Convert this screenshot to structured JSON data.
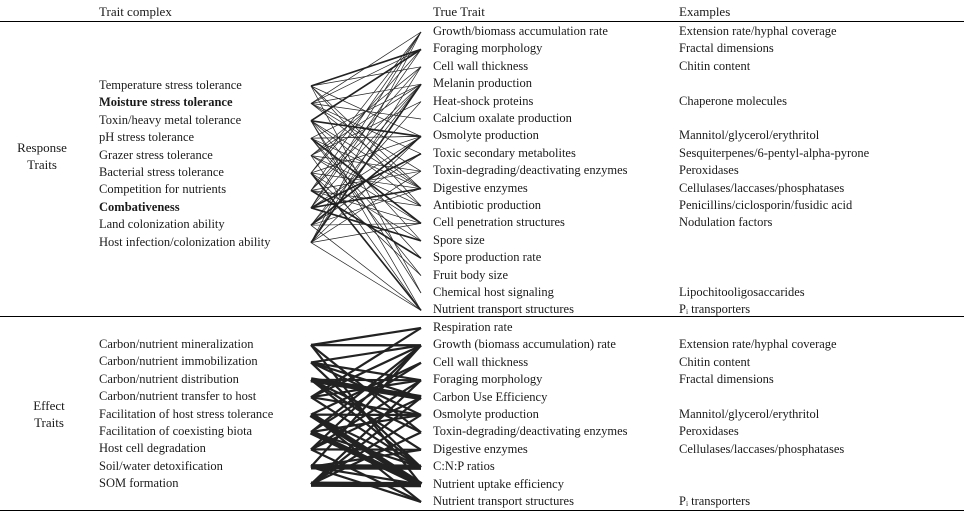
{
  "headers": {
    "trait_complex": "Trait complex",
    "true_trait": "True Trait",
    "examples": "Examples"
  },
  "response": {
    "label_line1": "Response",
    "label_line2": "Traits",
    "complexes": [
      {
        "text": "Temperature stress tolerance",
        "bold": false
      },
      {
        "text": "Moisture stress tolerance",
        "bold": true
      },
      {
        "text": "Toxin/heavy metal tolerance",
        "bold": false
      },
      {
        "text": "pH stress tolerance",
        "bold": false
      },
      {
        "text": "Grazer stress tolerance",
        "bold": false
      },
      {
        "text": "Bacterial stress tolerance",
        "bold": false
      },
      {
        "text": "Competition for nutrients",
        "bold": false
      },
      {
        "text": "Combativeness",
        "bold": true
      },
      {
        "text": "Land colonization ability",
        "bold": false
      },
      {
        "text": "Host infection/colonization ability",
        "bold": false
      }
    ],
    "true_traits": [
      "Growth/biomass accumulation rate",
      "Foraging morphology",
      "Cell wall thickness",
      "Melanin production",
      "Heat-shock proteins",
      "Calcium oxalate production",
      "Osmolyte production",
      "Toxic secondary metabolites",
      "Toxin-degrading/deactivating enzymes",
      "Digestive enzymes",
      "Antibiotic production",
      "Cell penetration structures",
      "Spore size",
      "Spore production rate",
      "Fruit body size",
      "Chemical host signaling",
      "Nutrient transport structures"
    ],
    "examples": [
      "Extension rate/hyphal coverage",
      "Fractal dimensions",
      "Chitin content",
      "",
      "Chaperone molecules",
      "",
      "Mannitol/glycerol/erythritol",
      "Sesquiterpenes/6-pentyl-alpha-pyrone",
      "Peroxidases",
      "Cellulases/laccases/phosphatases",
      "Penicillins/ciclosporin/fusidic acid",
      "Nodulation factors",
      "",
      "",
      "",
      "Lipochitooligosaccarides",
      "Pᵢ transporters"
    ]
  },
  "effect": {
    "label_line1": "Effect",
    "label_line2": "Traits",
    "complexes": [
      {
        "text": "Carbon/nutrient mineralization",
        "bold": false
      },
      {
        "text": "Carbon/nutrient immobilization",
        "bold": false
      },
      {
        "text": "Carbon/nutrient distribution",
        "bold": false
      },
      {
        "text": "Carbon/nutrient transfer to host",
        "bold": false
      },
      {
        "text": "Facilitation of host stress tolerance",
        "bold": false
      },
      {
        "text": "Facilitation of coexisting biota",
        "bold": false
      },
      {
        "text": "Host cell degradation",
        "bold": false
      },
      {
        "text": "Soil/water detoxification",
        "bold": false
      },
      {
        "text": "SOM formation",
        "bold": false
      }
    ],
    "true_traits": [
      "Respiration rate",
      "Growth (biomass accumulation) rate",
      "Cell wall thickness",
      "Foraging morphology",
      "Carbon Use Efficiency",
      "Osmolyte production",
      "Toxin-degrading/deactivating enzymes",
      "Digestive enzymes",
      "C:N:P ratios",
      "Nutrient uptake efficiency",
      "Nutrient transport structures"
    ],
    "examples": [
      "",
      "Extension rate/hyphal coverage",
      "Chitin content",
      "Fractal dimensions",
      "",
      "Mannitol/glycerol/erythritol",
      "Peroxidases",
      "Cellulases/laccases/phosphatases",
      "",
      "",
      "Pᵢ transporters"
    ]
  },
  "line_color": "#222222"
}
